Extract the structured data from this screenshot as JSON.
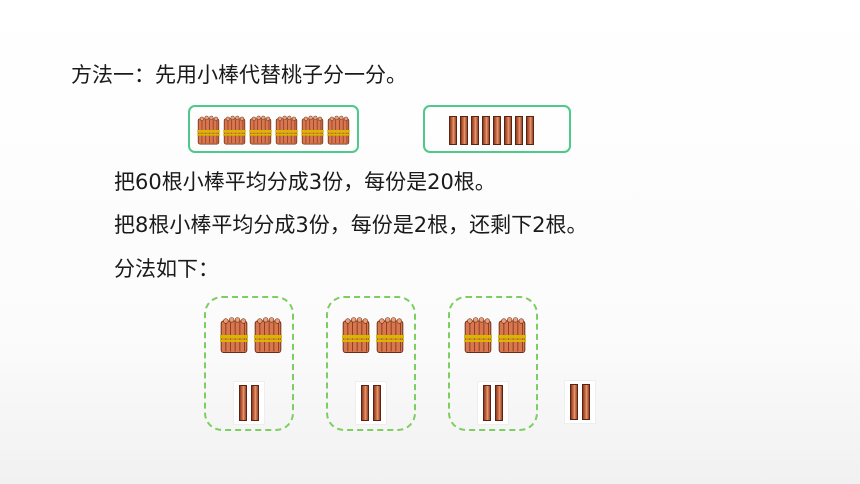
{
  "title": "方法一：先用小棒代替桃子分一分。",
  "statements": [
    "把60根小棒平均分成3份，每份是20根。",
    "把8根小棒平均分成3份，每份是2根，还剩下2根。",
    "分法如下："
  ],
  "counts": {
    "bundles_total": 6,
    "single_sticks_total": 8,
    "groups": 3,
    "bundles_per_group": 2,
    "sticks_per_group": 2,
    "remaining_sticks": 2
  },
  "colors": {
    "solid_border": "#4dc98a",
    "dashed_border": "#7ccf5f",
    "stick": "#d8764e",
    "band": "#d9b600"
  }
}
